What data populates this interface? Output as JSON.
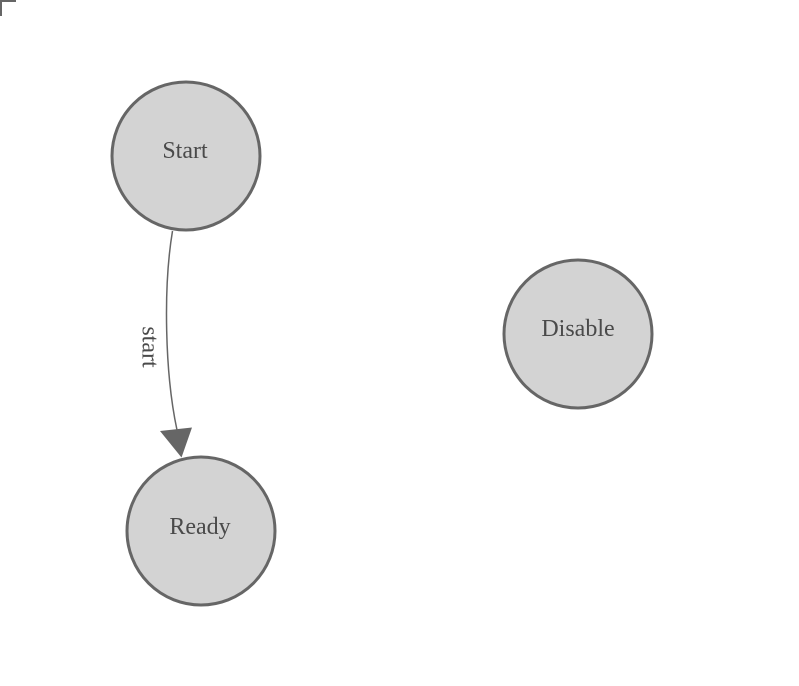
{
  "canvas": {
    "background_color": "#ffffff",
    "origin_marker": "corner-bracket",
    "origin_marker_color": "#666666"
  },
  "diagram": {
    "type": "state-machine",
    "nodes": [
      {
        "id": "start",
        "label": "Start"
      },
      {
        "id": "ready",
        "label": "Ready"
      },
      {
        "id": "disable",
        "label": "Disable"
      }
    ],
    "edges": [
      {
        "id": "start-to-ready",
        "source": "Start",
        "target": "Ready",
        "label": "start"
      }
    ],
    "style": {
      "node_fill": "#d3d3d3",
      "node_stroke": "#666666",
      "node_text_color": "#4a4a4a",
      "edge_color": "#666666",
      "edge_label_color": "#4a4a4a"
    }
  }
}
